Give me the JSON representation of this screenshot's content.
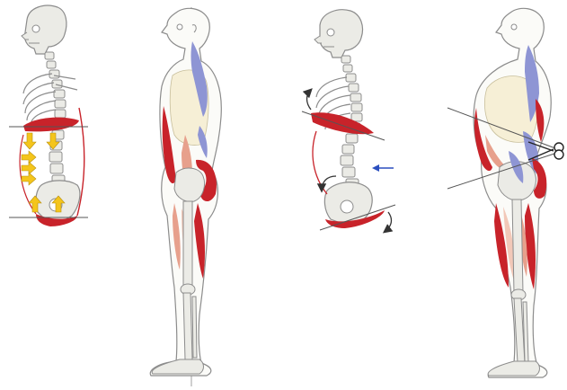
{
  "figure": {
    "panels": [
      {
        "id": "panel-1",
        "subject": "skeleton-torso-side-view-normal-support",
        "arrow_color": "#f4c51c"
      },
      {
        "id": "panel-2",
        "subject": "standing-figure-side-view-balanced-posture"
      },
      {
        "id": "panel-3",
        "subject": "skeleton-torso-side-view-pelvic-rotation",
        "arrow_color": "#2b4fbf"
      },
      {
        "id": "panel-4",
        "subject": "standing-figure-side-view-hyperlordosis"
      }
    ],
    "colors": {
      "muscle_red": "#c8232a",
      "muscle_pink": "#e7a08c",
      "muscle_blue": "#8e95d4",
      "bone": "#ebebe6",
      "bone_outline": "#8c8c8c",
      "organ_fill": "#f6efd6",
      "guide_line": "#555555"
    },
    "icons": [
      "arrow-icon",
      "scissors-icon"
    ]
  }
}
